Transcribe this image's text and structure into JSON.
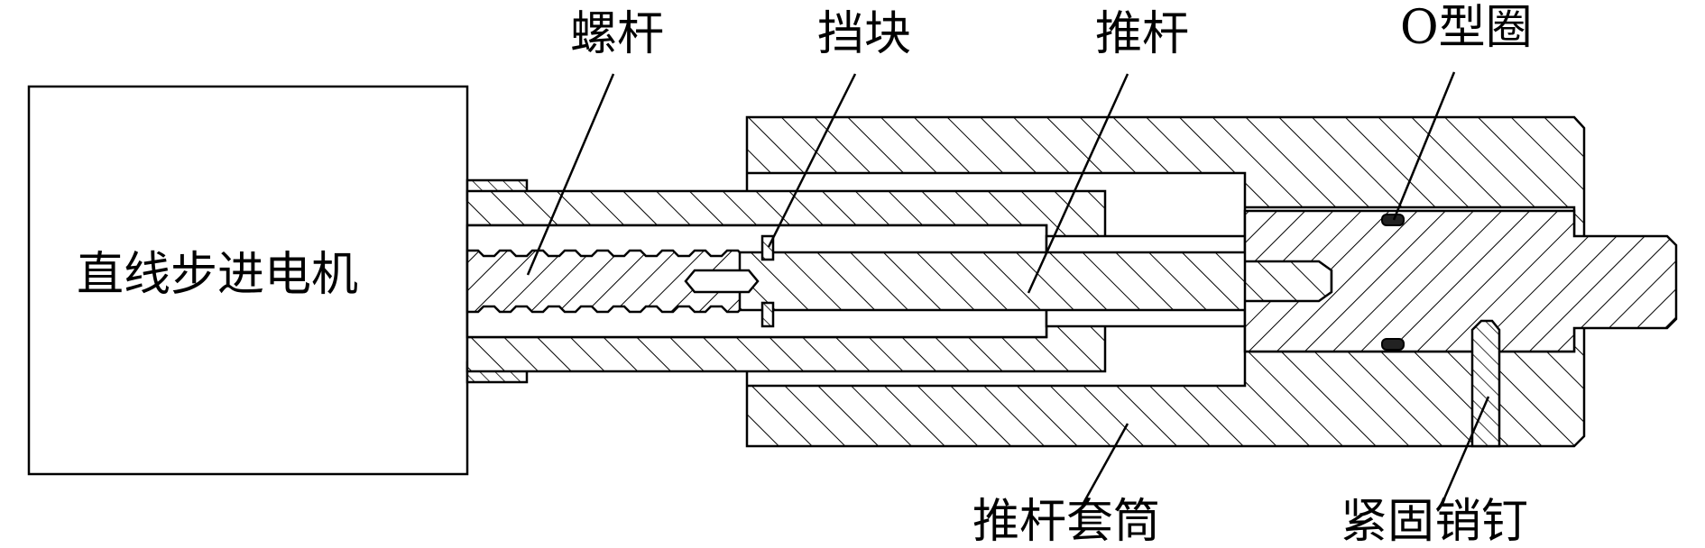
{
  "labels": {
    "motor": "直线步进电机",
    "screw": "螺杆",
    "stop": "挡块",
    "push_rod": "推杆",
    "o_ring": "O型圈",
    "sleeve": "推杆套筒",
    "set_pin": "紧固销钉"
  },
  "colors": {
    "line": "#000000",
    "background": "#ffffff",
    "seal": "#222222"
  }
}
